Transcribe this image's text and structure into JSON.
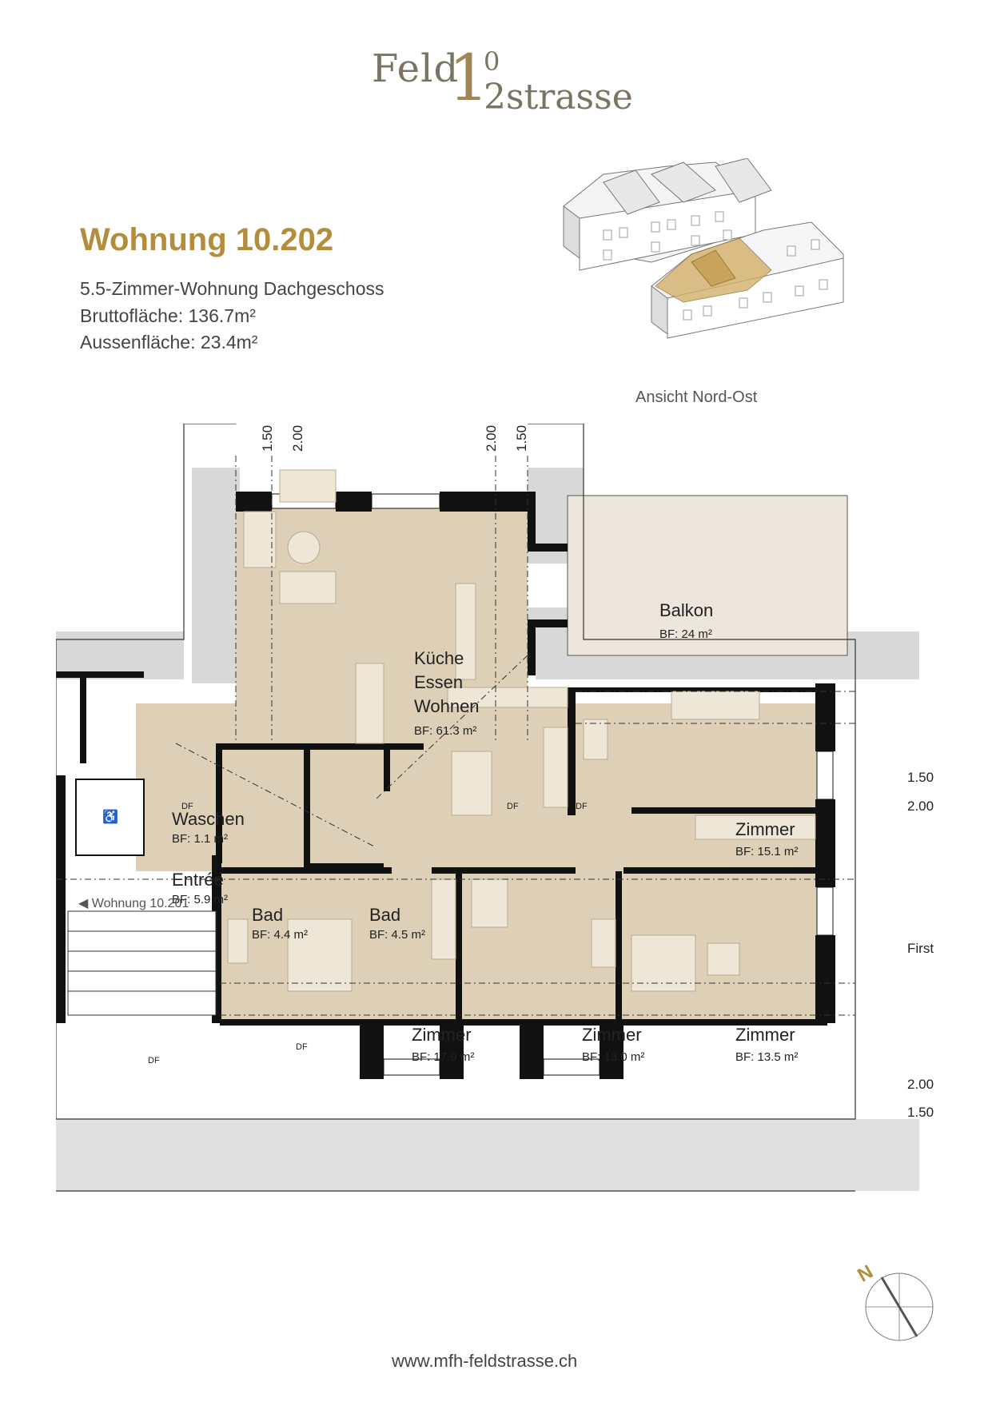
{
  "logo": {
    "word1": "Feld",
    "big_digit": "1",
    "small_digit_top": "0",
    "small_digit_bottom": "2",
    "word2": "strasse"
  },
  "unit": {
    "title": "Wohnung 10.202",
    "type": "5.5-Zimmer-Wohnung Dachgeschoss",
    "gross_area": "Bruttofläche: 136.7m²",
    "outdoor_area": "Aussenfläche: 23.4m²"
  },
  "building_view": {
    "caption": "Ansicht Nord-Ost"
  },
  "plan": {
    "dims_top": [
      "1.50",
      "2.00",
      "2.00",
      "1.50"
    ],
    "dims_right": [
      "1.50",
      "2.00",
      "First",
      "2.00",
      "1.50"
    ],
    "rooms": [
      {
        "name": "Balkon",
        "area": "BF: 24 m²"
      },
      {
        "name_lines": [
          "Küche",
          "Essen",
          "Wohnen"
        ],
        "area": "BF: 61.3 m²"
      },
      {
        "name": "Waschen",
        "area": "BF: 1.1 m²"
      },
      {
        "name": "Entrée",
        "area": "BF: 5.9 m²"
      },
      {
        "name": "Bad",
        "area": "BF: 4.4 m²"
      },
      {
        "name": "Bad",
        "area": "BF: 4.5 m²"
      },
      {
        "name": "Zimmer",
        "area": "BF: 15.1 m²"
      },
      {
        "name": "Zimmer",
        "area": "BF: 17.9 m²"
      },
      {
        "name": "Zimmer",
        "area": "BF: 13.0 m²"
      },
      {
        "name": "Zimmer",
        "area": "BF: 13.5 m²"
      }
    ],
    "neighbor_unit": "Wohnung 10.201",
    "df_label": "DF",
    "lift_symbol": "♿"
  },
  "compass": {
    "label": "N"
  },
  "footer": {
    "url": "www.mfh-feldstrasse.ch"
  },
  "colors": {
    "accent": "#b48d3c",
    "floor": "#ddd0b7",
    "balcony": "#ece6dc",
    "wall": "#111111",
    "roof_grey": "#c8c8c8"
  }
}
